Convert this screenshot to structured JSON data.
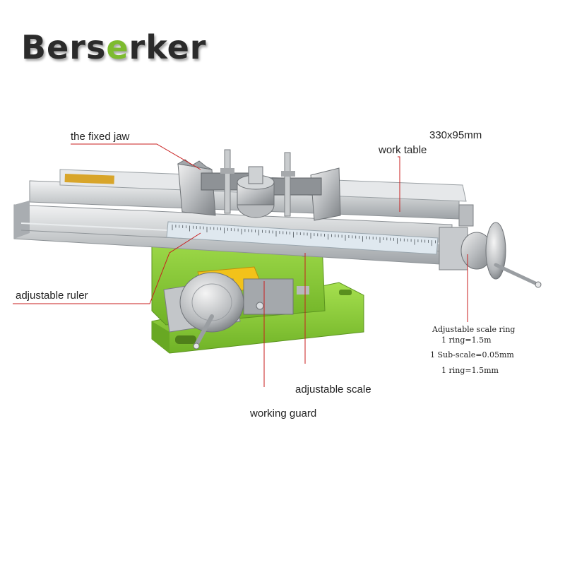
{
  "brand": {
    "prefix": "Bers",
    "accent": "e",
    "suffix": "rker",
    "accent_color": "#7dbb2f"
  },
  "callouts": {
    "fixed_jaw": "the fixed jaw",
    "dimensions": "330x95mm",
    "work_table": "work table",
    "adjustable_ruler": "adjustable ruler",
    "adjustable_scale": "adjustable scale",
    "working_guard": "working guard"
  },
  "scale_ring": {
    "title": "Adjustable scale ring",
    "line1": "1 ring=1.5m",
    "line2": "1 Sub-scale=0.05mm",
    "line3": "1 ring=1.5mm"
  },
  "colors": {
    "leader_line": "#c81e1e",
    "base_green": "#8fd33a",
    "aluminium": "#cfd2d4",
    "ruler_blue": "#dfe8ef",
    "yellow_part": "#f2c21a"
  }
}
